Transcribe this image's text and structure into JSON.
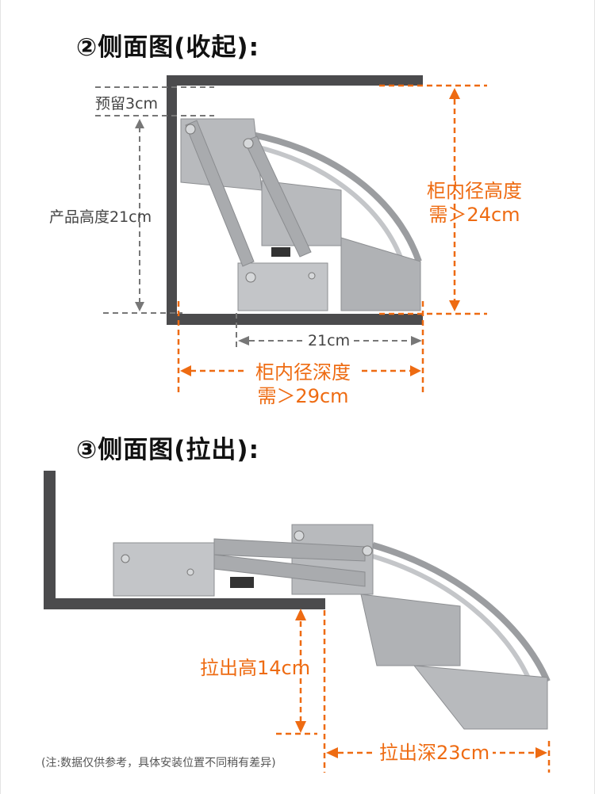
{
  "section2": {
    "title": "②侧面图(收起):",
    "reserve_label": "预留3cm",
    "product_height_label": "产品高度21cm",
    "cabinet_height_label_1": "柜内径高度",
    "cabinet_height_label_2": "需＞24cm",
    "depth_21_label": "21cm",
    "cabinet_depth_label_1": "柜内径深度",
    "cabinet_depth_label_2": "需＞29cm"
  },
  "section3": {
    "title": "③侧面图(拉出):",
    "pull_height_label": "拉出高14cm",
    "pull_depth_label": "拉出深23cm"
  },
  "footnote": "(注:数据仅供参考，具体安装位置不同稍有差异)",
  "colors": {
    "accent": "#ee6b12",
    "cabinet": "#4b4b4d",
    "metal": "#b8babd",
    "metal_dark": "#8d8f92",
    "dim_gray": "#777777"
  }
}
